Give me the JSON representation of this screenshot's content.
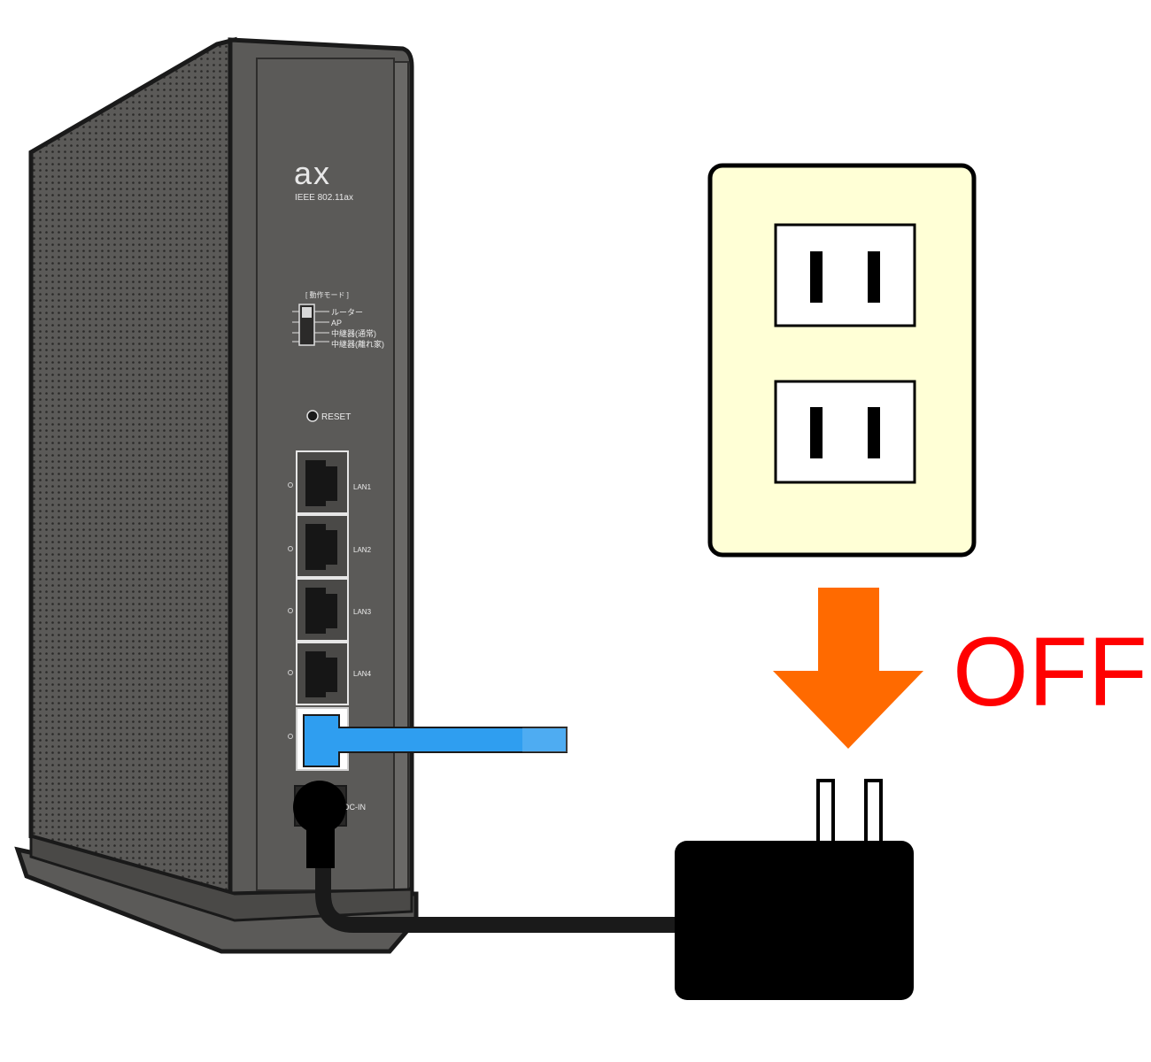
{
  "router": {
    "logo_text": "ax",
    "standard": "IEEE 802.11ax",
    "mode_title": "[ 動作モード ]",
    "modes": [
      "ルーター",
      "AP",
      "中継器(通常)",
      "中継器(離れ家)"
    ],
    "reset_label": "RESET",
    "ports": [
      "LAN1",
      "LAN2",
      "LAN3",
      "LAN4"
    ],
    "power_label": "DC-IN"
  },
  "instruction": {
    "text": "OFF",
    "color": "#ff0000"
  },
  "colors": {
    "router_body": "#5b5a58",
    "router_dark": "#3e3d3b",
    "outlet_plate": "#ffffd6",
    "arrow": "#ff6a00",
    "cable": "#2f9ef0",
    "adapter": "#000000"
  },
  "icons": [
    "wall-outlet-icon",
    "down-arrow-icon",
    "ac-adapter-icon",
    "lan-cable-icon"
  ]
}
